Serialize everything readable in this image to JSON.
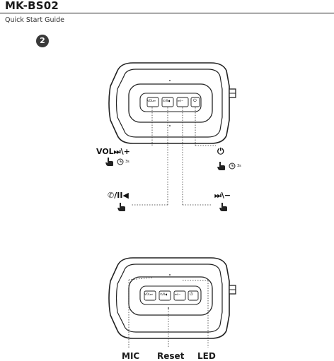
{
  "header": {
    "model": "MK-BS02",
    "subtitle": "Quick Start Guide",
    "step_number": "2"
  },
  "buttons": {
    "vol_next_plus": "VOL⏭\\+",
    "power": "⏻",
    "call_play": "✆/II◀",
    "next_minus": "⏭\\−",
    "hold_seconds": "3s"
  },
  "device_button_labels": [
    "VOL⏭",
    "✆/II◀",
    "⏭\\−",
    "⏻"
  ],
  "bottom_labels": {
    "mic": "MIC",
    "reset": "Reset",
    "led": "LED"
  }
}
